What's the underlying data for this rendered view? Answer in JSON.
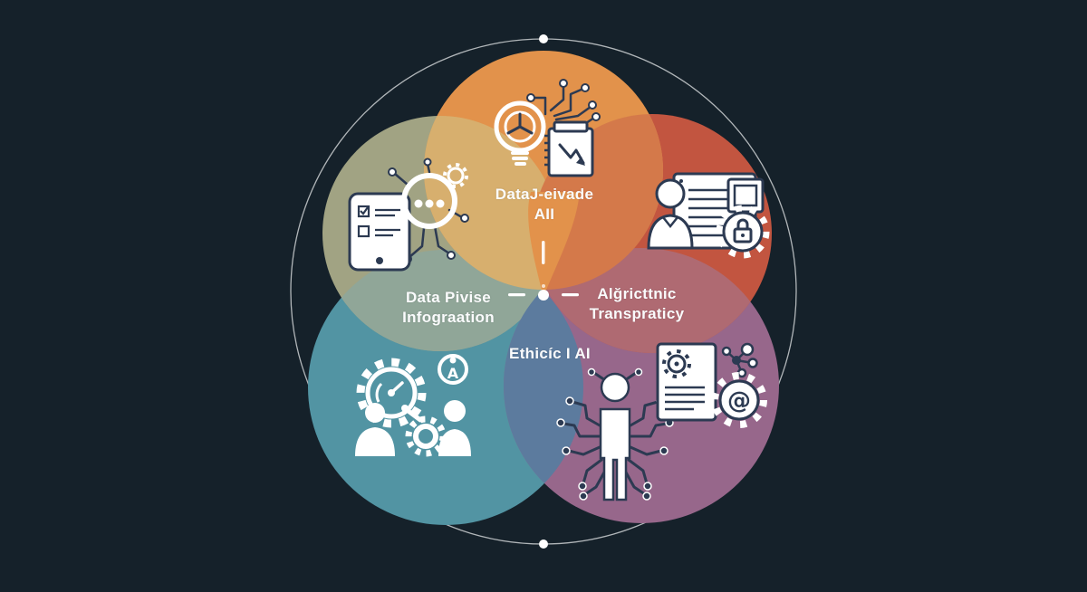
{
  "background_color": "#15212a",
  "labels": {
    "top": {
      "line1": "DataJ-eivade",
      "line2": "AII"
    },
    "left": {
      "line1": "Data Pivise",
      "line2": "Infograation"
    },
    "right": {
      "line1": "Alğricttnic",
      "line2": "Transpraticy"
    },
    "center": {
      "line1": "Ethicíc I AI"
    }
  },
  "circles": {
    "top": {
      "color": "#e2924b",
      "icon": "lightbulb-circuit-notebook-icon"
    },
    "upper_left": {
      "color": "#a1a383",
      "icon": "tablet-ai-network-icon"
    },
    "upper_right": {
      "color": "#c25540",
      "icon": "person-document-lock-icon"
    },
    "bottom_left": {
      "color": "#5294a3",
      "icon": "team-gears-gauge-icon"
    },
    "bottom_right": {
      "color": "#97678b",
      "icon": "human-circuit-icon, document-gear-at-icon"
    }
  },
  "overlaps": {
    "upperleft_top": "#d7af6e",
    "top_upperright": "#d4794a",
    "upperright_bottomright": "#af6a72",
    "bottomleft_bottomright": "#5c7b9e",
    "bottomleft_upperleft": "#90a698"
  },
  "ring": {
    "color": "#e6e8ea"
  },
  "markers": {
    "center_dot_color": "#ffffff"
  },
  "glyphs": {
    "at": "@",
    "badge_a": "A"
  },
  "icon_line_color": "#2c3a52"
}
